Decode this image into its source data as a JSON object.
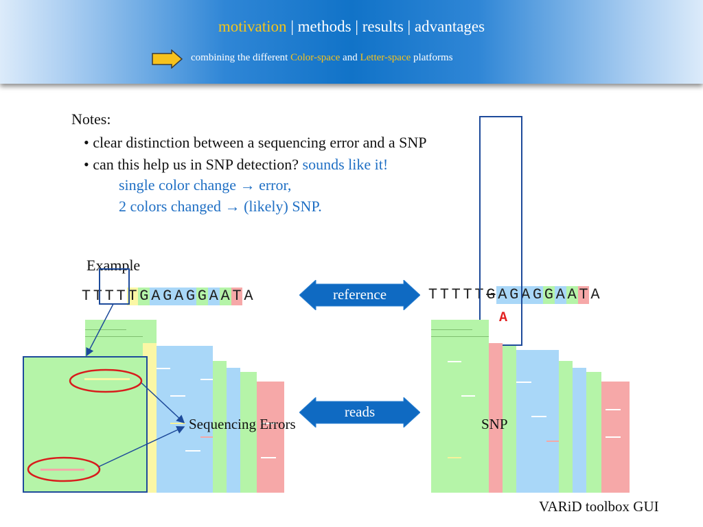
{
  "header": {
    "nav": {
      "motivation": "motivation",
      "sep1": " | ",
      "methods": "methods",
      "sep2": " | ",
      "results": "results",
      "sep3": " | ",
      "advantages": "advantages"
    },
    "sub": {
      "prefix": "combining the different ",
      "color_space": "Color-space",
      "mid": " and ",
      "letter_space": "Letter-space",
      "suffix": " platforms"
    },
    "arrow_icon": "right-arrow-icon",
    "accent_color": "#f4c51c"
  },
  "notes": {
    "title": "Notes:",
    "bullet1": "• clear distinction between a sequencing error and a SNP",
    "bullet2_black": "• can this help us in SNP detection? ",
    "bullet2_blue": "sounds like it!",
    "line3_a": "single color change ",
    "line3_b": " error,",
    "line4_a": "2 colors changed ",
    "line4_b": " (likely) SNP.",
    "arrow_glyph": "→",
    "blue_color": "#1f6fc4"
  },
  "example": {
    "title": "Example",
    "left_sequence": [
      "T",
      "T",
      "T",
      "T",
      "T",
      "G",
      "A",
      "G",
      "A",
      "G",
      "G",
      "A",
      "A",
      "T",
      "A"
    ],
    "right_sequence": [
      "T",
      "T",
      "T",
      "T",
      "T",
      "G",
      "A",
      "G",
      "A",
      "G",
      "G",
      "A",
      "A",
      "T",
      "A"
    ],
    "snp_letter": "A",
    "reference_label": "reference",
    "reads_label": "reads",
    "sequencing_errors_label": "Sequencing Errors",
    "snp_label": "SNP"
  },
  "footer": {
    "credit": "VARiD toolbox GUI"
  }
}
